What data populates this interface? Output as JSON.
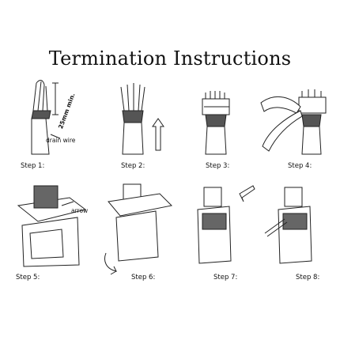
{
  "title": "Termination Instructions",
  "steps": [
    {
      "caption": "Step 1:",
      "annotations": {
        "length": "25mm min.",
        "wire": "drain wire"
      }
    },
    {
      "caption": "Step 2:"
    },
    {
      "caption": "Step 3:"
    },
    {
      "caption": "Step 4:"
    },
    {
      "caption": "Step 5:",
      "annotations": {
        "arrow": "arrow"
      }
    },
    {
      "caption": "Step 6:"
    },
    {
      "caption": "Step 7:"
    },
    {
      "caption": "Step 8:"
    }
  ]
}
